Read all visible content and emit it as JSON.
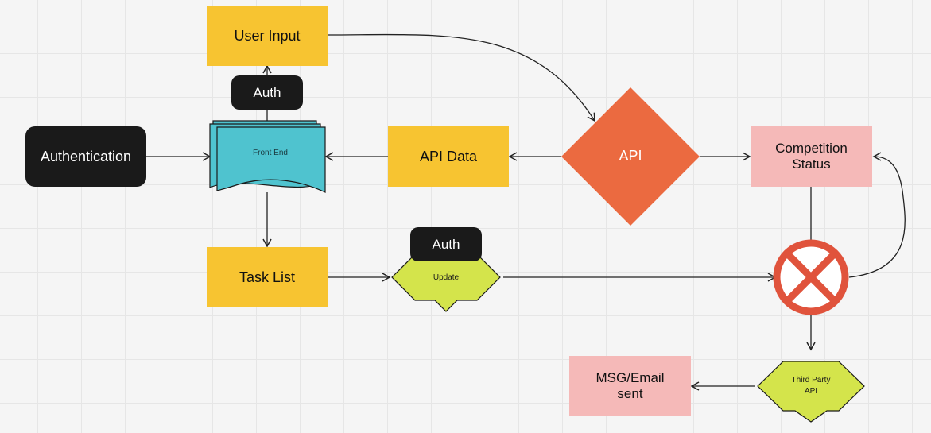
{
  "diagram": {
    "nodes": {
      "user_input": "User Input",
      "auth_top": "Auth",
      "authentication": "Authentication",
      "front_end": "Front End",
      "api_data": "API Data",
      "api": "API",
      "competition_status": "Competition Status",
      "task_list": "Task List",
      "auth_update": "Auth",
      "update": "Update",
      "third_party_api_line1": "Third Party",
      "third_party_api_line2": "API",
      "msg_email_sent": "MSG/Email sent"
    },
    "colors": {
      "yellow": "#f7c431",
      "pink": "#f5b9b8",
      "dark": "#1a1a1a",
      "teal": "#4fc3cf",
      "orange": "#eb6a40",
      "lime": "#d4e44b",
      "cross_red": "#e0533c"
    }
  }
}
